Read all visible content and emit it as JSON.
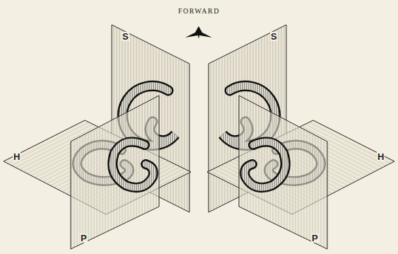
{
  "diagram": {
    "title": "FORWARD",
    "labels": [
      "S",
      "H",
      "P",
      "S",
      "H",
      "P"
    ]
  }
}
